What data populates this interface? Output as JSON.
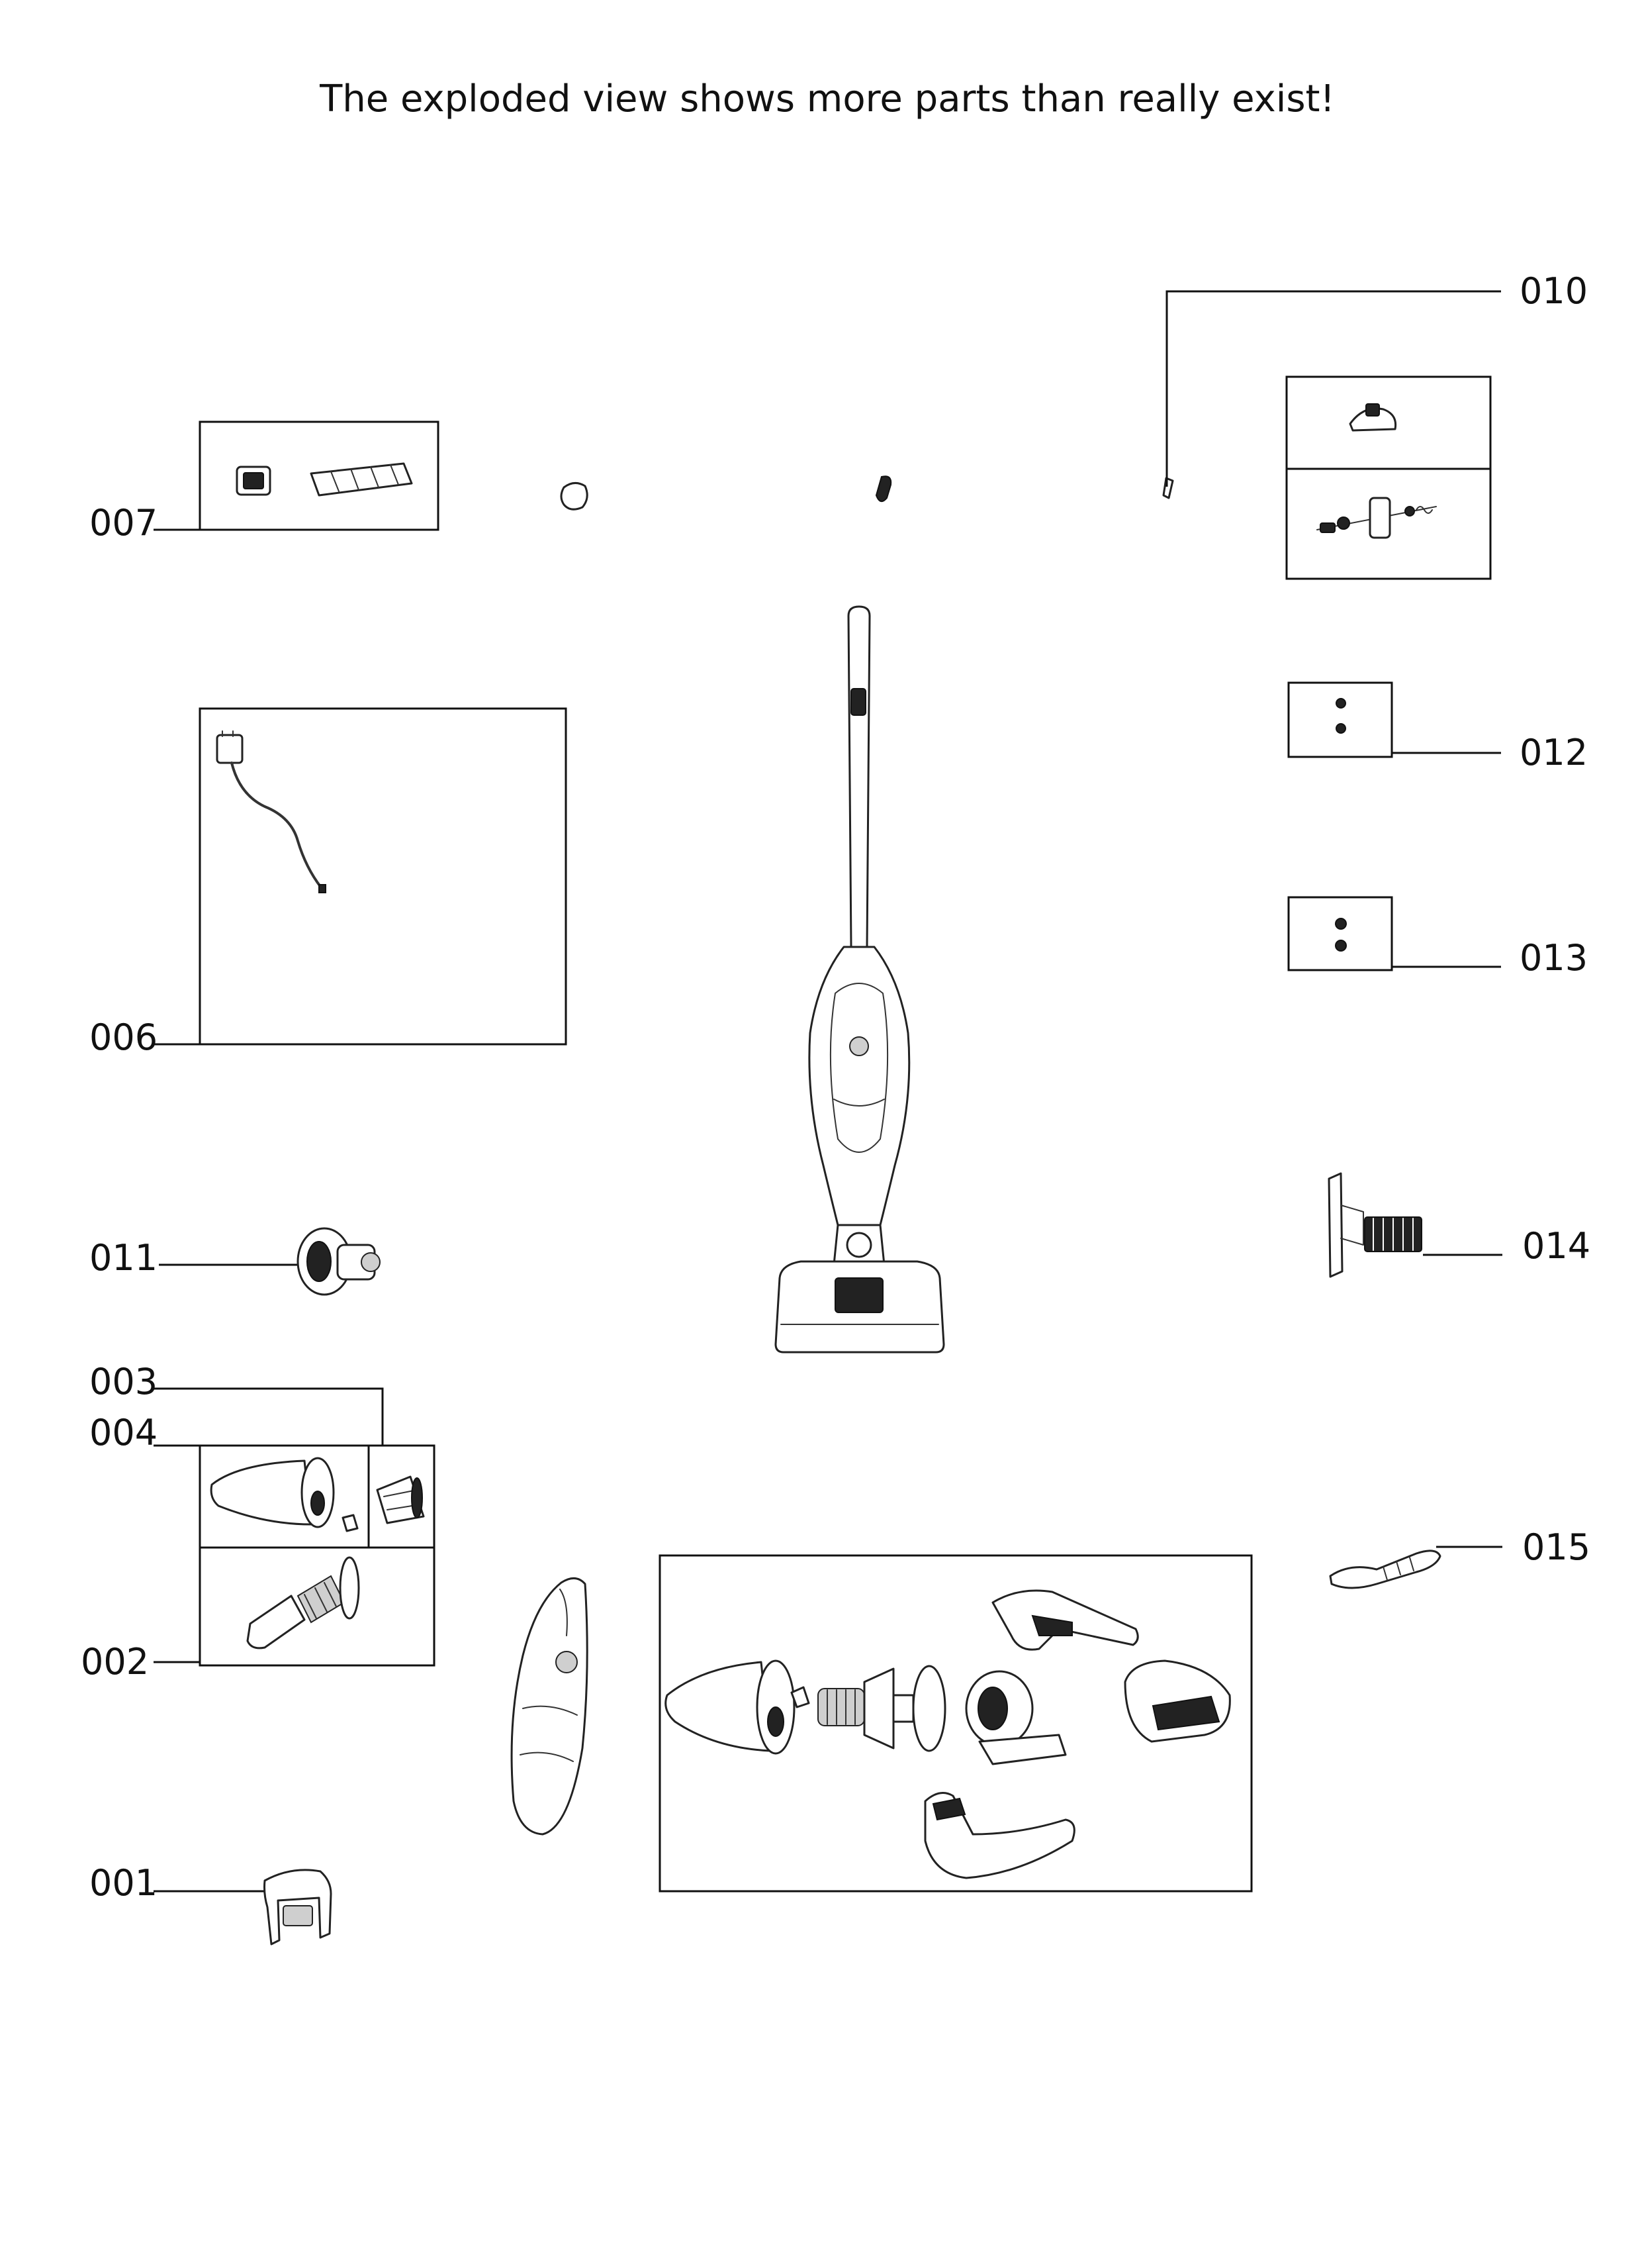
{
  "heading": "The exploded view shows more parts than really exist!",
  "part_labels": {
    "p001": "001",
    "p002": "002",
    "p003": "003",
    "p004": "004",
    "p006": "006",
    "p007": "007",
    "p010": "010",
    "p011": "011",
    "p012": "012",
    "p013": "013",
    "p014": "014",
    "p015": "015"
  },
  "colors": {
    "ink": "#111111",
    "paper": "#ffffff"
  }
}
